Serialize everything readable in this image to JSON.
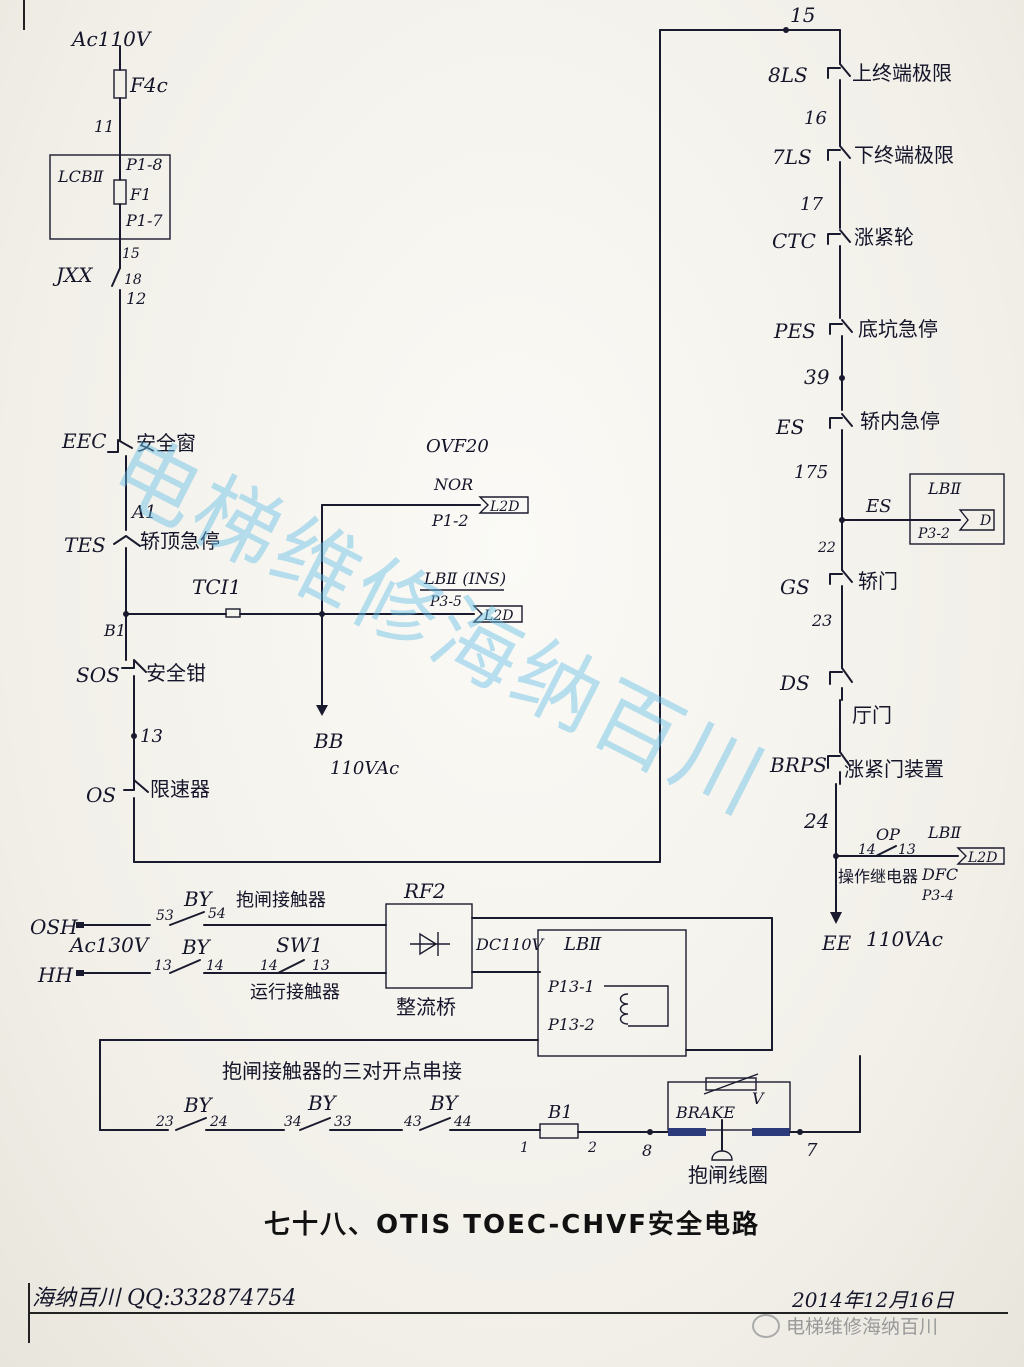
{
  "caption": "七十八、OTIS TOEC-CHVF安全电路",
  "footer": {
    "author": "海纳百川 QQ:332874754",
    "date": "2014年12月16日",
    "wechat": "电梯维修海纳百川"
  },
  "watermark": "电梯维修海纳百川",
  "left": {
    "supply": "Ac110V",
    "fuse": "F4c",
    "n11": "11",
    "lcb": "LCBⅡ",
    "p18": "P1-8",
    "f1": "F1",
    "p17": "P1-7",
    "n15": "15",
    "jxx": "JXX",
    "n18": "18",
    "n12": "12",
    "eec": "EEC",
    "eec_desc": "安全窗",
    "a1": "A1",
    "tes": "TES",
    "tes_desc": "轿顶急停",
    "b1": "B1",
    "sos": "SOS",
    "sos_desc": "安全钳",
    "n13": "13",
    "os": "OS",
    "os_desc": "限速器"
  },
  "mid": {
    "ovf": "OVF20",
    "nor": "NOR",
    "p12": "P1-2",
    "l2d": "L2D",
    "tci": "TCI1",
    "lb_ins": "LBⅡ (INS)",
    "p35": "P3-5",
    "bb": "BB",
    "bb_v": "110VAc"
  },
  "right": {
    "n15top": "15",
    "ls8": "8LS",
    "ls8_desc": "上终端极限",
    "n16": "16",
    "ls7": "7LS",
    "ls7_desc": "下终端极限",
    "n17": "17",
    "ctc": "CTC",
    "ctc_desc": "涨紧轮",
    "pes": "PES",
    "pes_desc": "底坑急停",
    "n39": "39",
    "es": "ES",
    "es_desc": "轿内急停",
    "n175": "175",
    "es_out": "ES",
    "lb_es": "LBⅡ",
    "p32": "P3-2",
    "d": "D",
    "n22": "22",
    "gs": "GS",
    "gs_desc": "轿门",
    "n23": "23",
    "ds": "DS",
    "ds_desc": "厅门",
    "brps": "BRPS",
    "brps_desc": "涨紧门装置",
    "n24": "24",
    "op": "OP",
    "op14": "14",
    "op13": "13",
    "op_desc": "操作继电器",
    "dfc": "DFC",
    "lb_op": "LBⅡ",
    "p34": "P3-4",
    "ee": "EE",
    "ee_v": "110VAc"
  },
  "bottom": {
    "osh": "OSH",
    "hh": "HH",
    "ac130": "Ac130V",
    "by": "BY",
    "n53": "53",
    "n54": "54",
    "brake_contact": "抱闸接触器",
    "n13a": "13",
    "n14a": "14",
    "sw1": "SW1",
    "n14b": "14",
    "n13b": "13",
    "run_contact": "运行接触器",
    "rf2": "RF2",
    "rect": "整流桥",
    "dc110": "DC110V",
    "lb": "LBⅡ",
    "p131": "P13-1",
    "p132": "P13-2",
    "series_note": "抱闸接触器的三对开点串接",
    "n23": "23",
    "n24": "24",
    "n34": "34",
    "n33": "33",
    "n43": "43",
    "n44": "44",
    "b1": "B1",
    "t1": "1",
    "t2": "2",
    "t8": "8",
    "t7": "7",
    "brake": "BRAKE",
    "v": "V",
    "coil": "抱闸线圈"
  }
}
